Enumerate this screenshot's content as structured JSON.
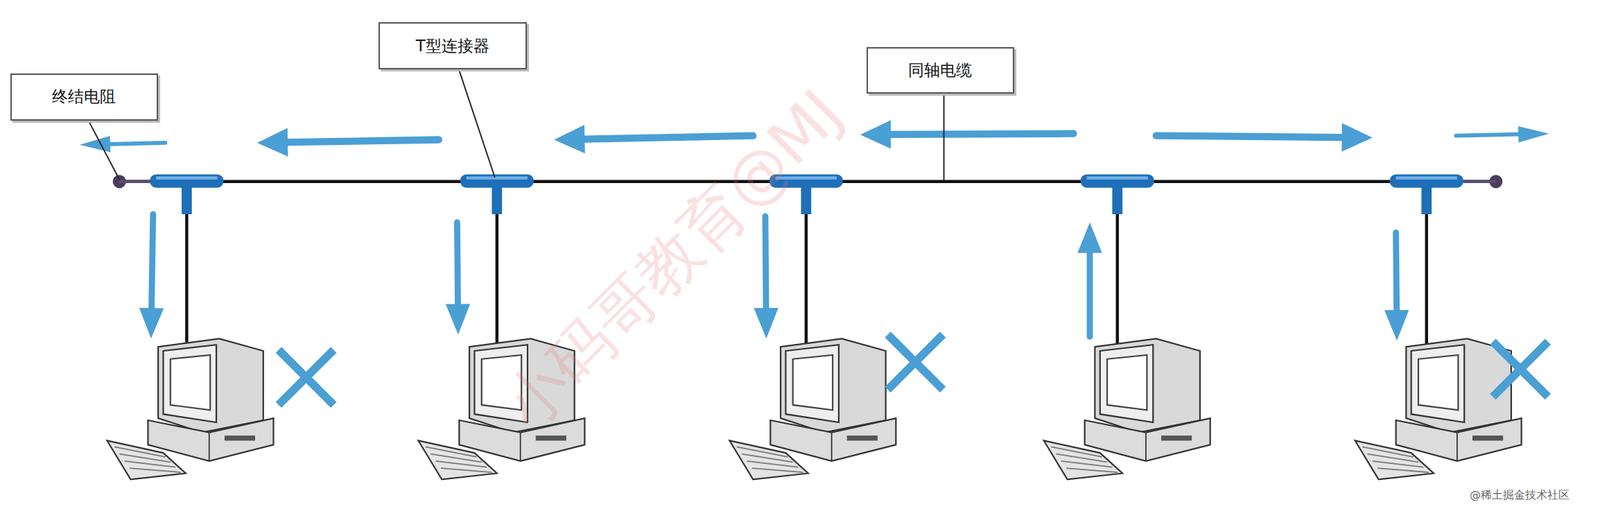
{
  "diagram": {
    "nodes": [
      {
        "text": [
          "终结电阻"
        ]
      },
      {
        "text": [
          "T型连接器"
        ]
      },
      {
        "text": [
          "同轴电缆"
        ]
      }
    ],
    "labels": [
      "小码哥教育@MJ",
      "@稀土掘金技术社区"
    ]
  }
}
